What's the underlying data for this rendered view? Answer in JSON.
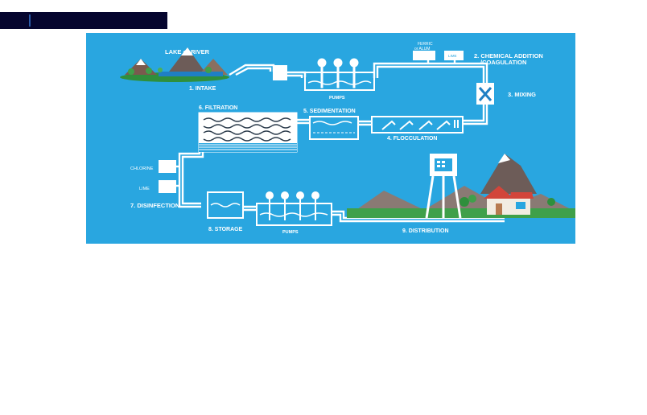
{
  "colors": {
    "background": "#29a6e0",
    "pipe": "#ffffff",
    "header_bar": "#05052e",
    "header_accent": "#2a5aa8"
  },
  "labels": {
    "lake_or_river": "LAKE or RIVER",
    "intake": "1. INTAKE",
    "pumps_top": "PUMPS",
    "ferric_line1": "FERRIC",
    "ferric_line2": "or ALUM",
    "lime_top": "LIME",
    "chemical_line1": "2. CHEMICAL ADDITION",
    "chemical_line2": "/COAGULATION",
    "mixing": "3. MIXING",
    "flocculation": "4. FLOCCULATION",
    "sedimentation": "5. SEDIMENTATION",
    "filtration": "6. FILTRATION",
    "chlorine": "CHLORINE",
    "lime_bottom": "LIME",
    "disinfection": "7. DISINFECTION",
    "storage": "8. STORAGE",
    "pumps_bottom": "PUMPS",
    "distribution": "9. DISTRIBUTION"
  }
}
